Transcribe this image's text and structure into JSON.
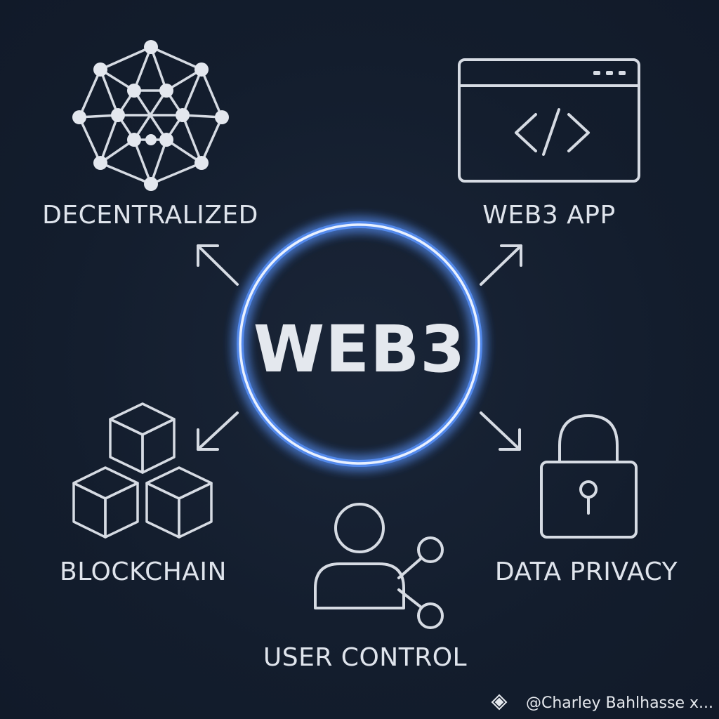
{
  "center": {
    "title": "WEB3"
  },
  "nodes": [
    {
      "id": "decentralized",
      "label": "DECENTRALIZED",
      "icon": "network-icon"
    },
    {
      "id": "web3-app",
      "label": "WEB3 APP",
      "icon": "code-window-icon"
    },
    {
      "id": "blockchain",
      "label": "BLOCKCHAIN",
      "icon": "cubes-icon"
    },
    {
      "id": "user-control",
      "label": "USER CONTROL",
      "icon": "user-share-icon"
    },
    {
      "id": "data-privacy",
      "label": "DATA PRIVACY",
      "icon": "padlock-icon"
    }
  ],
  "watermark": "@Charley Bahlhasse x...",
  "colors": {
    "background": "#131d2d",
    "stroke": "#d6dbe3",
    "glow": "#4d8dff"
  }
}
